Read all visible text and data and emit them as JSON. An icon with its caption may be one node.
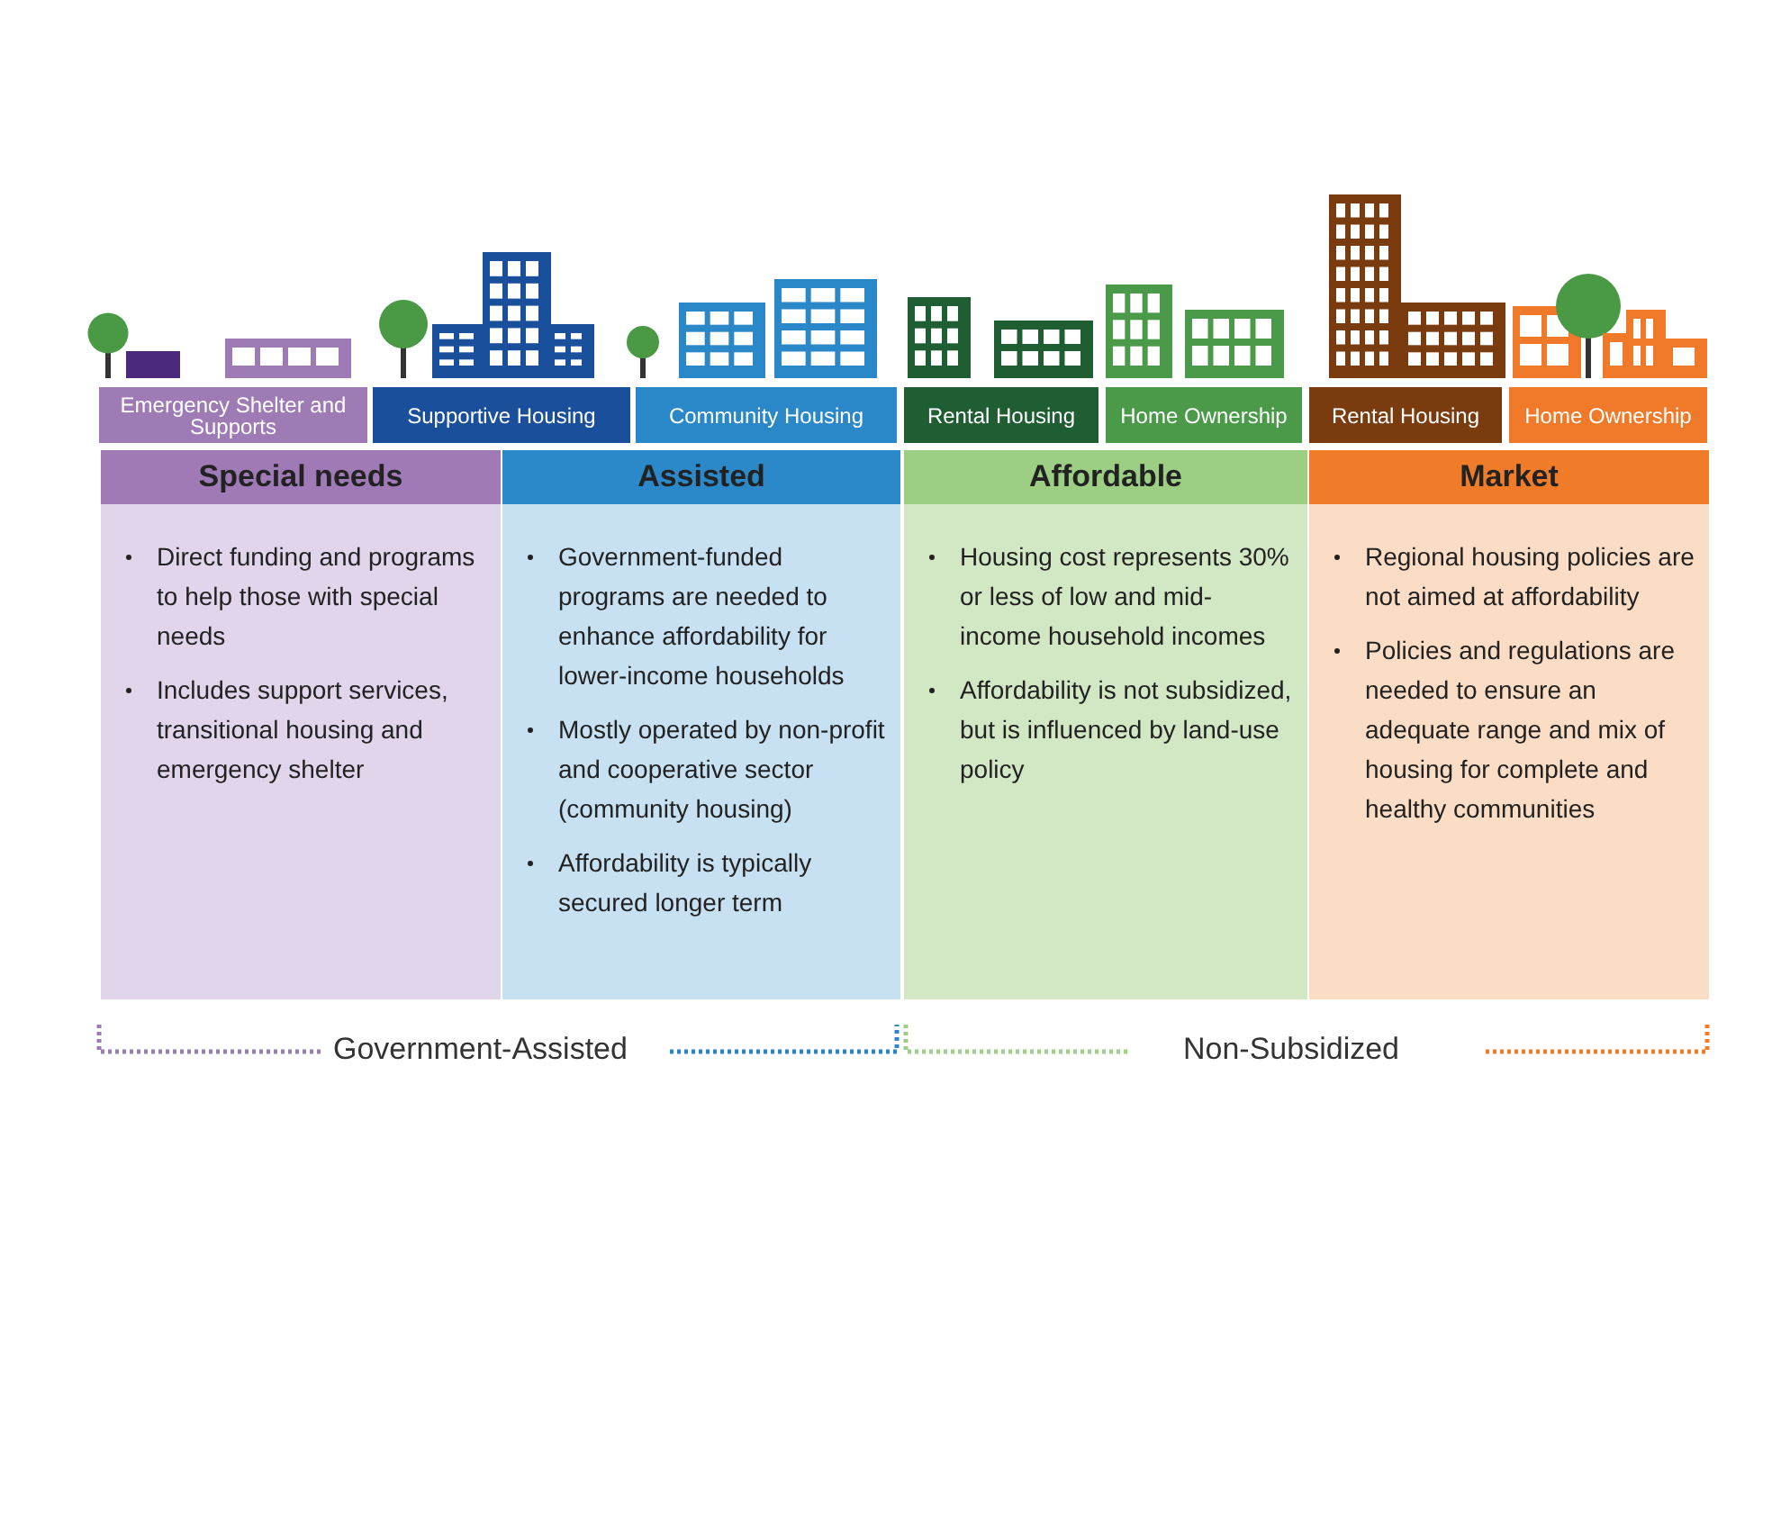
{
  "diagram": {
    "nodes": [
      {
        "text": [
          "Emergency Shelter and Supports"
        ]
      },
      {
        "text": [
          "Supportive Housing"
        ]
      },
      {
        "text": [
          "Community Housing"
        ]
      },
      {
        "text": [
          "Rental Housing"
        ]
      },
      {
        "text": [
          "Home Ownership"
        ]
      },
      {
        "text": [
          "Rental Housing"
        ]
      },
      {
        "text": [
          "Home Ownership"
        ]
      },
      {
        "text": [
          "Special needs",
          "Direct funding and programs to help those with special needs",
          "Includes support services, transitional housing and emergency shelter"
        ]
      },
      {
        "text": [
          "Assisted",
          "Government-funded programs are needed to enhance affordability for lower-income households",
          "Mostly operated by non-profit and cooperative sector (community housing)",
          "Affordability is typically secured longer term"
        ]
      },
      {
        "text": [
          "Affordable",
          "Housing cost represents 30% or less of low and mid-income household incomes",
          "Affordability is not subsidized, but is influenced by land-use policy"
        ]
      },
      {
        "text": [
          "Market",
          "Regional housing policies are not aimed at affordability",
          "Policies and regulations are needed to ensure an adequate range and mix of housing for complete and healthy communities"
        ]
      }
    ],
    "labels": [
      "Government-Assisted",
      "Non-Subsidized"
    ]
  }
}
